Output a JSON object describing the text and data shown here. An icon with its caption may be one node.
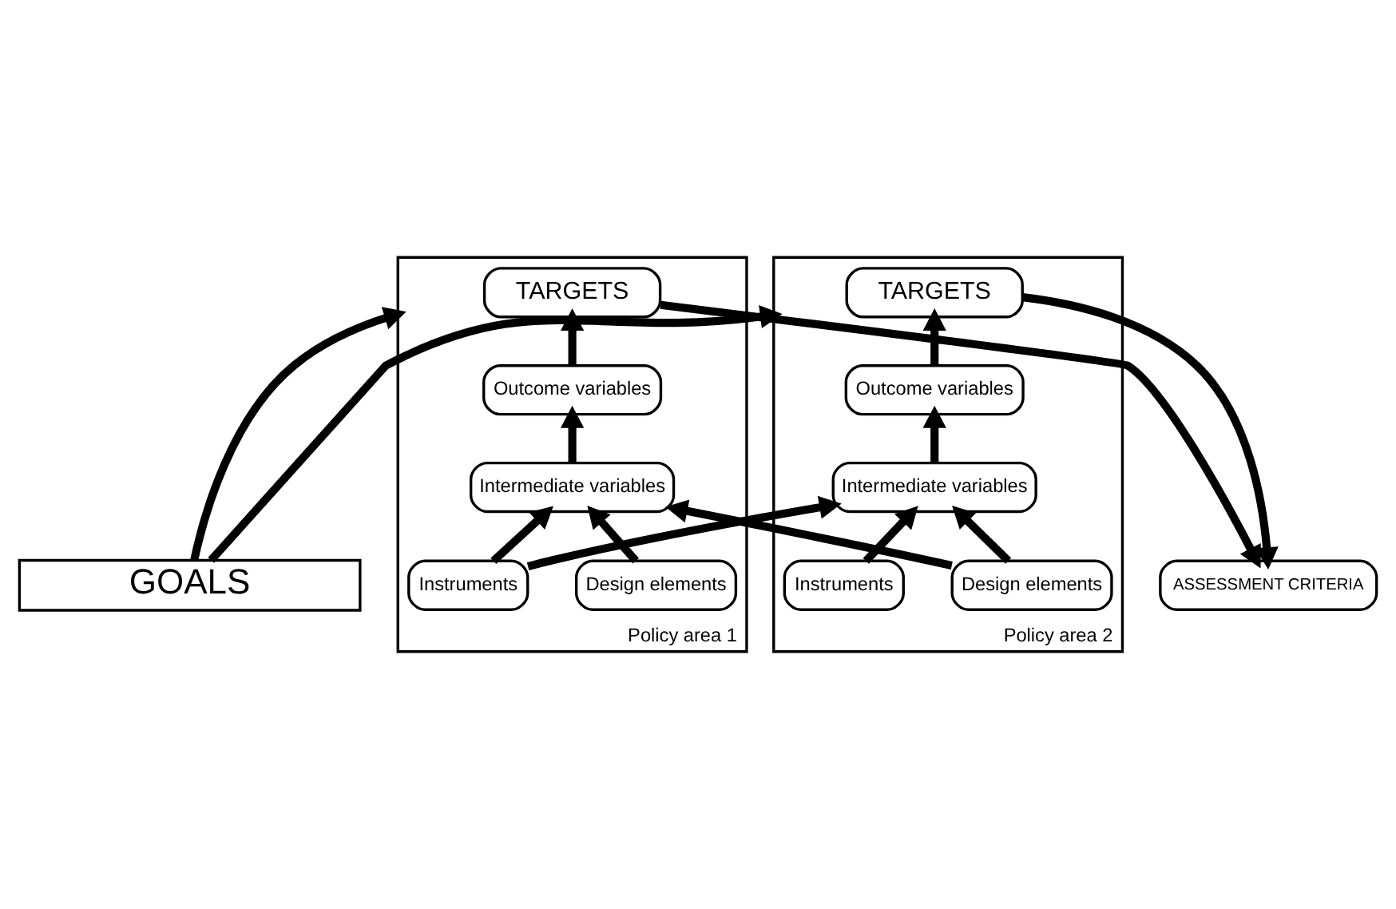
{
  "diagram": {
    "nodes": [
      {
        "text": [
          "GOALS"
        ]
      },
      {
        "text": [
          "Policy area 1"
        ]
      },
      {
        "text": [
          "TARGETS"
        ],
        "in": 1
      },
      {
        "text": [
          "Outcome variables"
        ],
        "in": 1
      },
      {
        "text": [
          "Intermediate variables"
        ],
        "in": 1
      },
      {
        "text": [
          "Design elements"
        ],
        "in": 1
      },
      {
        "text": [
          "Instruments"
        ],
        "in": 1
      },
      {
        "text": [
          "ASSESSMENT CRITERIA"
        ]
      },
      {
        "text": [
          "Policy area 2"
        ]
      },
      {
        "text": [
          "TARGETS"
        ],
        "in": 8
      },
      {
        "text": [
          "Outcome variables"
        ],
        "in": 8
      },
      {
        "text": [
          "Intermediate variables"
        ],
        "in": 8
      },
      {
        "text": [
          "Design elements"
        ],
        "in": 8
      },
      {
        "text": [
          "Instruments"
        ],
        "in": 8
      }
    ],
    "edges": [
      {
        "from": 0,
        "to": 1,
        "arrow": "to"
      },
      {
        "from": 0,
        "to": 8,
        "arrow": "to"
      },
      {
        "from": 2,
        "to": 7,
        "arrow": "to"
      },
      {
        "from": 9,
        "to": 7,
        "arrow": "to"
      },
      {
        "from": 3,
        "to": 2,
        "arrow": "to"
      },
      {
        "from": 4,
        "to": 3,
        "arrow": "to"
      },
      {
        "from": 5,
        "to": 4,
        "arrow": "to"
      },
      {
        "from": 6,
        "to": 4,
        "arrow": "to"
      },
      {
        "from": 10,
        "to": 9,
        "arrow": "to"
      },
      {
        "from": 11,
        "to": 10,
        "arrow": "to"
      },
      {
        "from": 12,
        "to": 11,
        "arrow": "to"
      },
      {
        "from": 13,
        "to": 11,
        "arrow": "to"
      },
      {
        "from": 6,
        "to": 11,
        "arrow": "to"
      },
      {
        "from": 12,
        "to": 4,
        "arrow": "to"
      }
    ]
  }
}
